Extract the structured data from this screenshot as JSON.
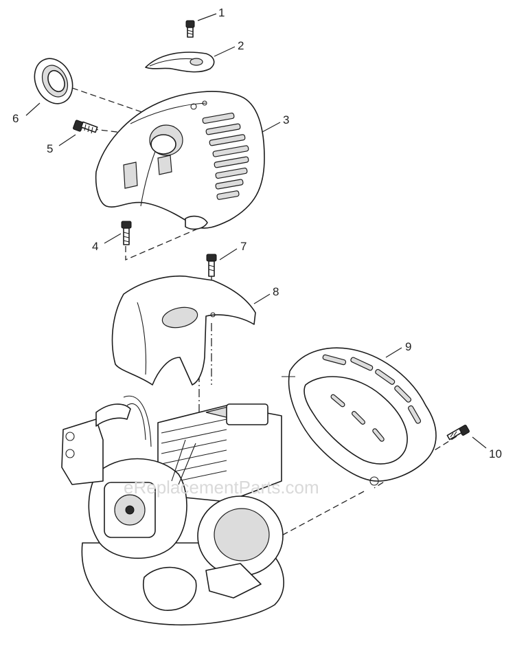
{
  "diagram": {
    "callouts": [
      {
        "id": "1",
        "label": "1"
      },
      {
        "id": "2",
        "label": "2"
      },
      {
        "id": "3",
        "label": "3"
      },
      {
        "id": "4",
        "label": "4"
      },
      {
        "id": "5",
        "label": "5"
      },
      {
        "id": "6",
        "label": "6"
      },
      {
        "id": "7",
        "label": "7"
      },
      {
        "id": "8",
        "label": "8"
      },
      {
        "id": "9",
        "label": "9"
      },
      {
        "id": "10",
        "label": "10"
      }
    ],
    "watermark": "eReplacementParts.com"
  }
}
